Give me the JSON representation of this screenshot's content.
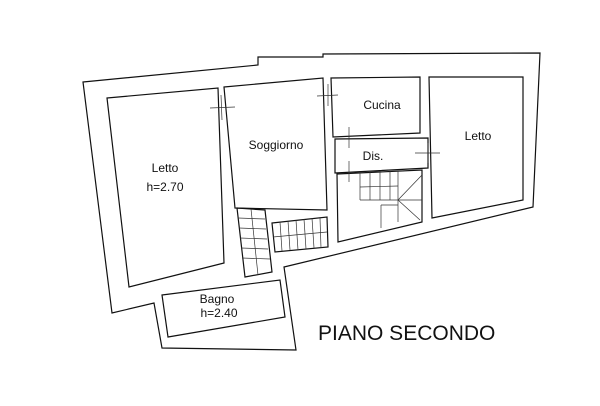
{
  "plan": {
    "title": "PIANO SECONDO",
    "rooms": [
      {
        "name": "Letto",
        "height": "h=2.70"
      },
      {
        "name": "Soggiorno"
      },
      {
        "name": "Cucina"
      },
      {
        "name": "Dis."
      },
      {
        "name": "Letto"
      },
      {
        "name": "Bagno",
        "height": "h=2.40"
      }
    ]
  }
}
